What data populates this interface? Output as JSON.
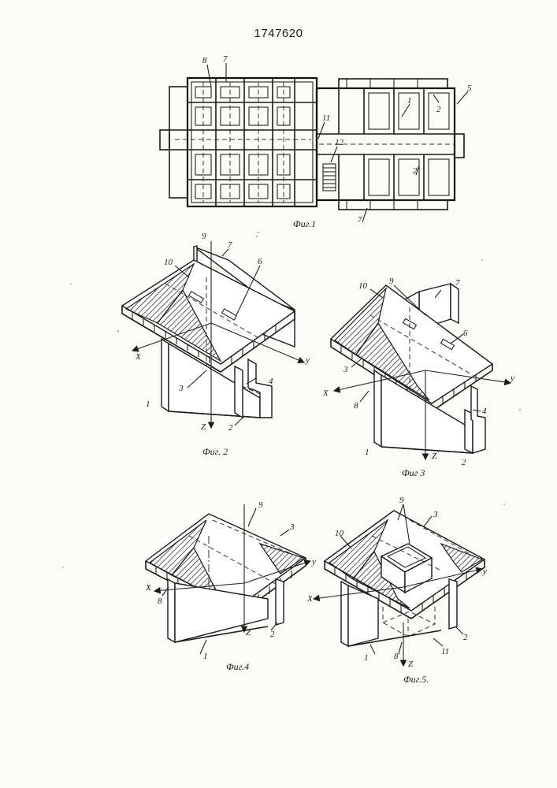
{
  "patent_number": "1747620",
  "figures": [
    {
      "caption": "Фиг.1",
      "labels": {
        "n8": "8",
        "n7a": "7",
        "n1": "1",
        "n2a": "2",
        "n5": "5",
        "n11": "11",
        "n12": "12",
        "n2b": "2",
        "n7b": "7"
      }
    },
    {
      "caption": "Фиг. 2",
      "labels": {
        "n10": "10",
        "n9": "9",
        "n7": "7",
        "n6": "6",
        "x": "X",
        "y": "y",
        "z": "Z",
        "n3": "3",
        "n1": "1",
        "n2": "2",
        "n4": "4"
      }
    },
    {
      "caption": "Фиг 3",
      "labels": {
        "n10": "10",
        "n9": "9",
        "n7": "7",
        "n6": "6",
        "n3": "3",
        "x": "X",
        "n8": "8",
        "y": "y",
        "z": "Z",
        "n1": "1",
        "n2": "2",
        "n4": "4"
      }
    },
    {
      "caption": "Фиг.4",
      "labels": {
        "n9": "9",
        "n3": "3",
        "x": "X",
        "n8": "8",
        "y": "y",
        "z": "Z",
        "n1": "1",
        "n2": "2"
      }
    },
    {
      "caption": "Фиг.5.",
      "labels": {
        "n9": "9",
        "n3": "3",
        "n10": "10",
        "x": "X",
        "y": "y",
        "z": "Z",
        "n1": "1",
        "n2": "2",
        "n11": "11",
        "n8": "8"
      }
    }
  ]
}
